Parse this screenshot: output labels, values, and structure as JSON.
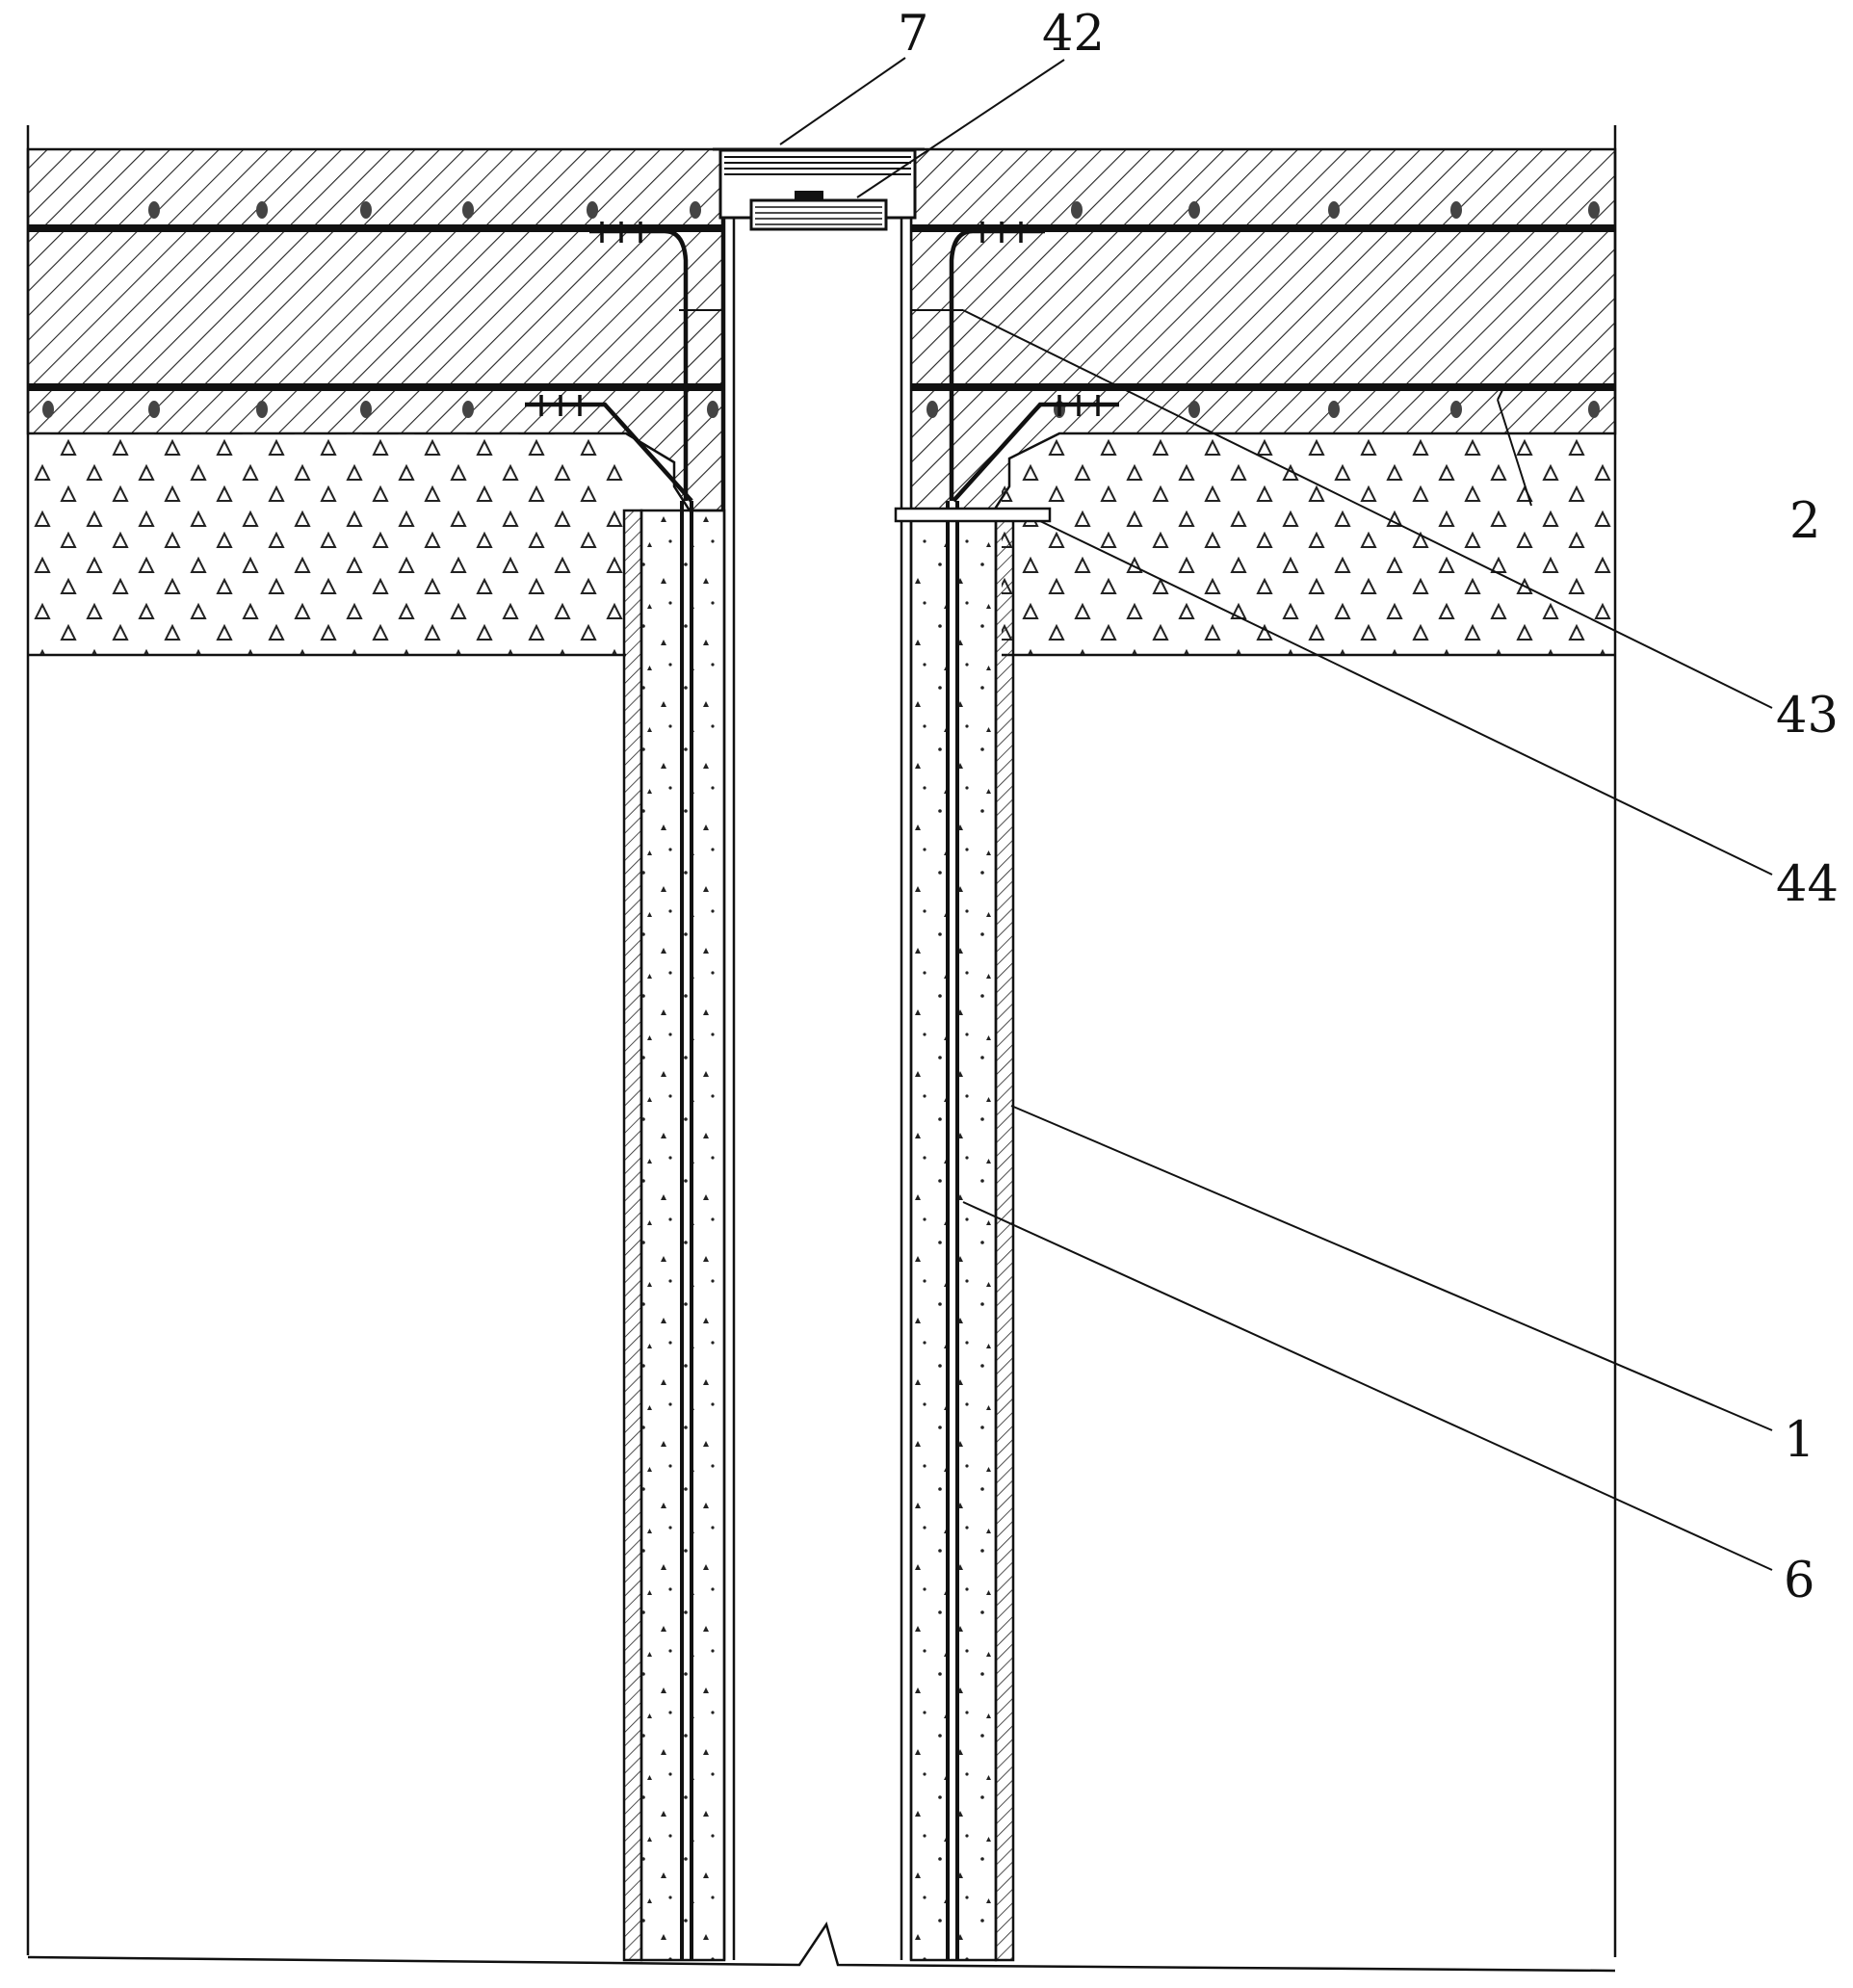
{
  "labels": {
    "l7": "7",
    "l42": "42",
    "l2": "2",
    "l43": "43",
    "l44": "44",
    "l1": "1",
    "l6": "6"
  },
  "colors": {
    "line": "#111111",
    "background": "#ffffff"
  }
}
